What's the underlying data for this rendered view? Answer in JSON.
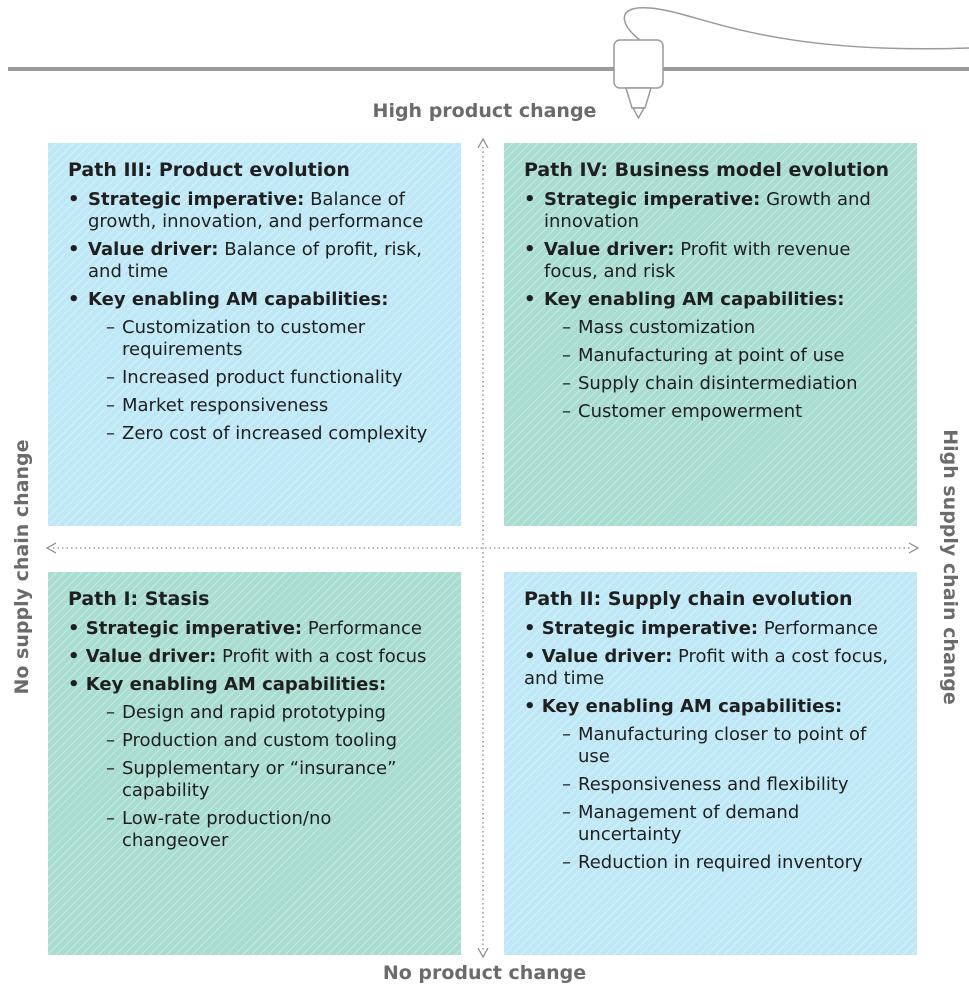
{
  "colors": {
    "blue": "#bfe8f7",
    "green": "#a9ddd1",
    "axis_label": "#6b6b6b",
    "line": "#9a9a9a"
  },
  "icons": {
    "printer_nozzle": "nozzle-icon"
  },
  "axes": {
    "top": "High product change",
    "bottom": "No product change",
    "left": "No supply chain change",
    "right": "High supply chain change"
  },
  "quadrants": {
    "q3": {
      "title": "Path III: Product evolution",
      "items": [
        {
          "key": "Strategic imperative:",
          "text": " Balance of growth, innovation, and performance"
        },
        {
          "key": "Value driver:",
          "text": " Balance of profit, risk, and time"
        },
        {
          "key": "Key enabling AM capabilities:",
          "text": ""
        }
      ],
      "subitems": [
        "Customization to customer requirements",
        "Increased product functionality",
        "Market responsiveness",
        "Zero cost of increased complexity"
      ]
    },
    "q4": {
      "title": "Path IV: Business model evolution",
      "items": [
        {
          "key": "Strategic imperative:",
          "text": " Growth and innovation"
        },
        {
          "key": "Value driver:",
          "text": " Profit with revenue focus, and risk"
        },
        {
          "key": "Key enabling AM capabilities:",
          "text": ""
        }
      ],
      "subitems": [
        "Mass customization",
        "Manufacturing at point of use",
        "Supply chain disintermediation",
        "Customer empowerment"
      ]
    },
    "q1": {
      "title": "Path I: Stasis",
      "items": [
        {
          "key": "Strategic imperative:",
          "text": " Performance"
        },
        {
          "key": "Value driver:",
          "text": " Profit with a cost focus"
        },
        {
          "key": "Key enabling AM capabilities:",
          "text": ""
        }
      ],
      "subitems": [
        "Design and rapid prototyping",
        "Production and custom tooling",
        "Supplementary or “insurance” capability",
        "Low-rate production/no changeover"
      ]
    },
    "q2": {
      "title": "Path II: Supply chain evolution",
      "items": [
        {
          "key": "Strategic imperative:",
          "text": " Performance"
        },
        {
          "key": "Value driver:",
          "text": " Profit with a cost focus, and time"
        },
        {
          "key": "Key enabling AM capabilities:",
          "text": ""
        }
      ],
      "subitems": [
        "Manufacturing closer to point of use",
        "Responsiveness and flexibility",
        "Management of demand uncertainty",
        "Reduction in required inventory"
      ]
    }
  }
}
